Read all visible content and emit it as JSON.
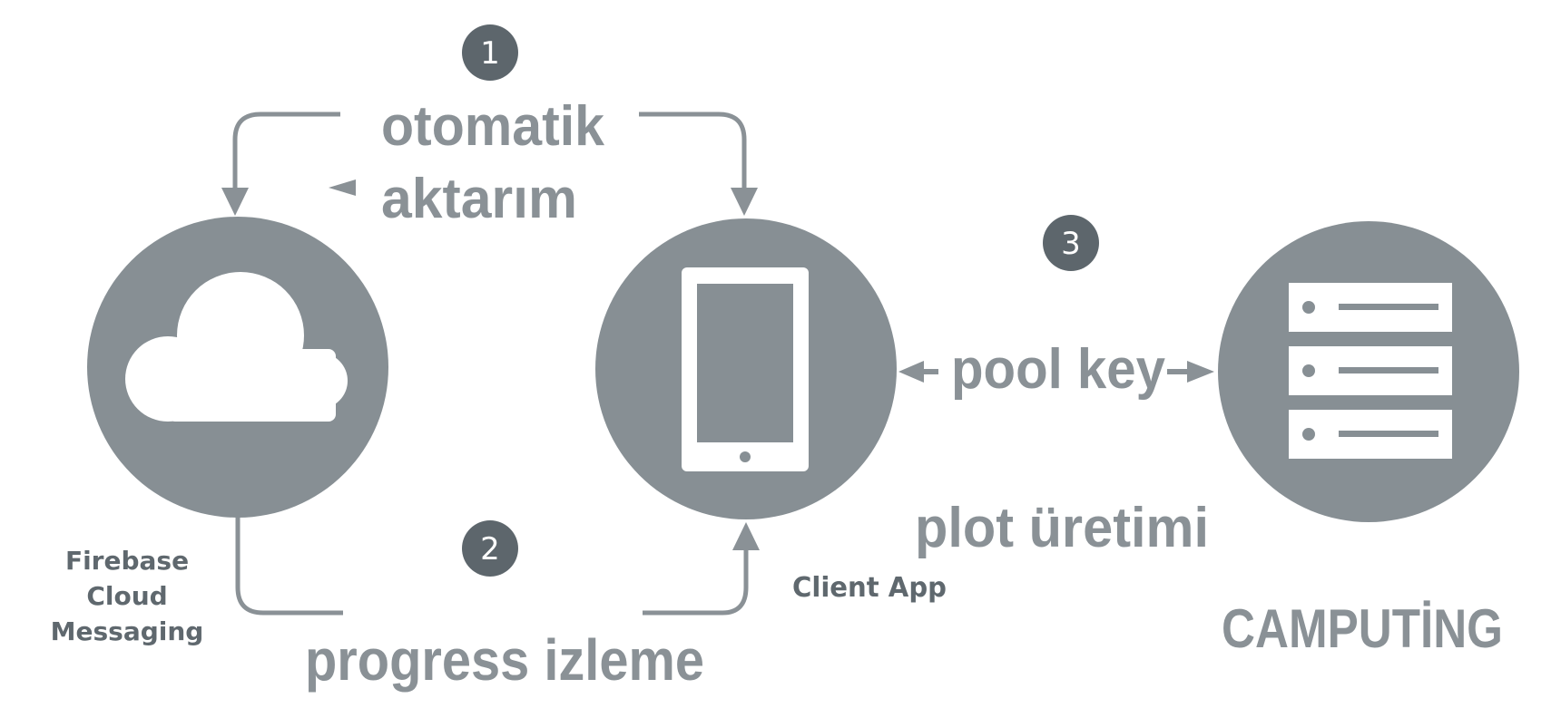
{
  "colors": {
    "node_fill": "#878f94",
    "connector": "#8a9196",
    "badge_fill": "#5d666c",
    "label_gray": "#8a9196",
    "caption_gray": "#5f686e",
    "background": "#ffffff"
  },
  "steps": [
    {
      "number": "1",
      "label_lines": [
        "otomatik",
        "aktarım"
      ]
    },
    {
      "number": "2",
      "label": "progress izleme"
    },
    {
      "number": "3",
      "label": "pool key"
    }
  ],
  "extra_label": "plot üretimi",
  "nodes": {
    "firebase": {
      "icon": "cloud-icon",
      "caption_lines": [
        "Firebase",
        "Cloud",
        "Messaging"
      ]
    },
    "client": {
      "icon": "tablet-icon",
      "caption": "Client App"
    },
    "computing": {
      "icon": "server-icon",
      "caption": "CAMPUTİNG"
    }
  }
}
